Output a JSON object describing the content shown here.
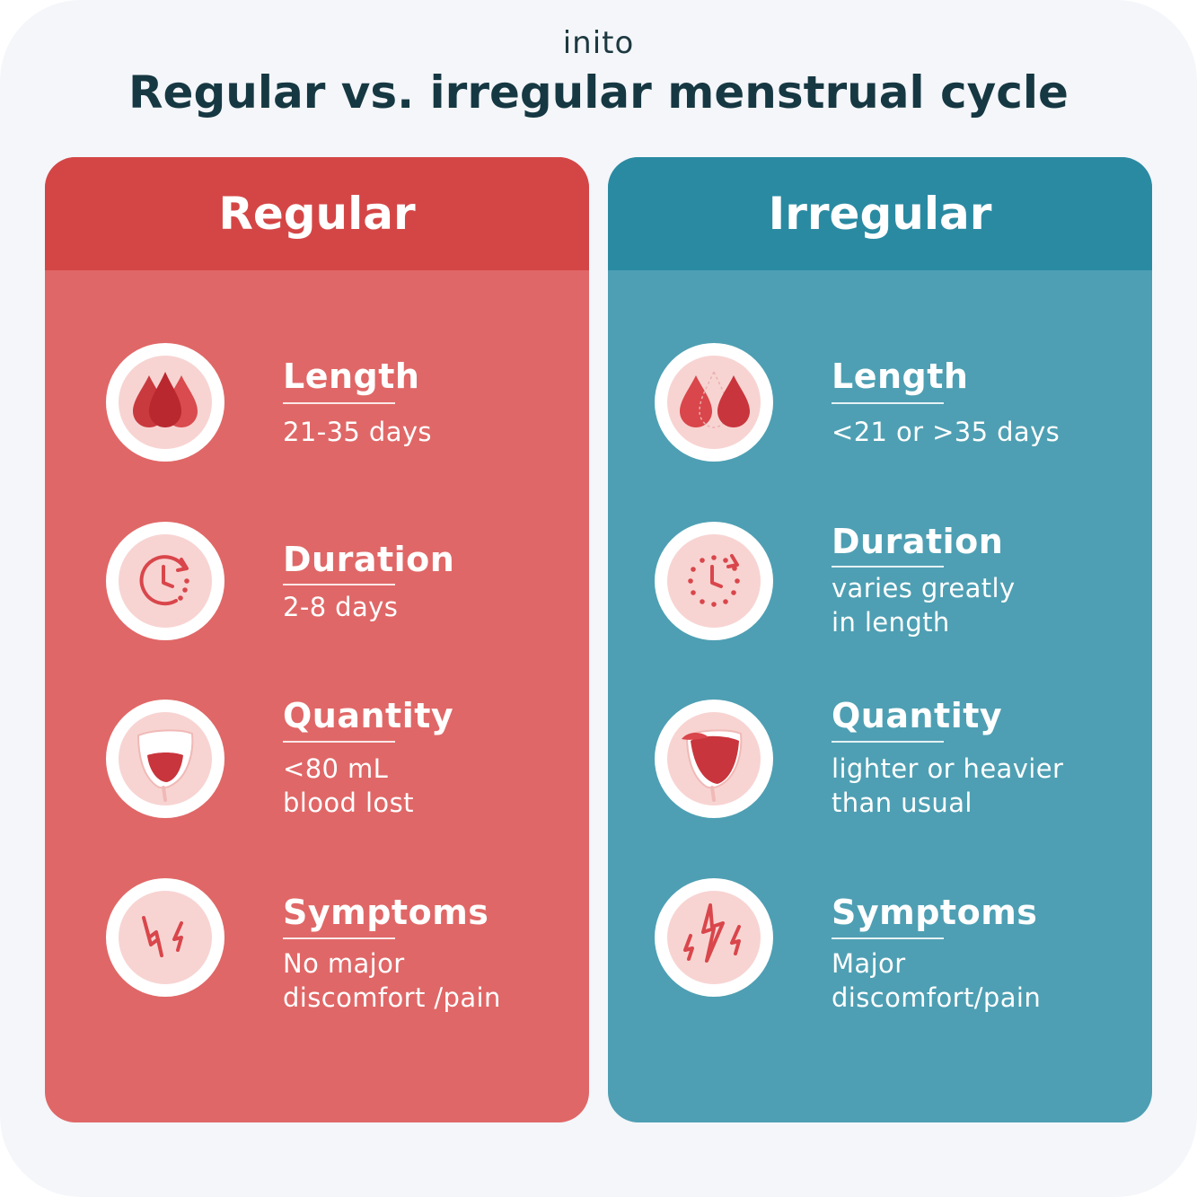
{
  "logo": "inito",
  "title": "Regular vs. irregular menstrual cycle",
  "colors": {
    "regular_header": "#d44646",
    "regular_body": "#e06767",
    "irregular_header": "#2a8aa2",
    "irregular_body": "#4e9fb3",
    "title_text": "#163842"
  },
  "regular": {
    "heading": "Regular",
    "items": [
      {
        "icon": "blood-drops-icon",
        "label": "Length",
        "desc": "21-35 days"
      },
      {
        "icon": "clock-icon",
        "label": "Duration",
        "desc": "2-8 days"
      },
      {
        "icon": "menstrual-cup-icon",
        "label": "Quantity",
        "desc_lines": [
          "<80 mL",
          "blood lost"
        ]
      },
      {
        "icon": "lightning-icon",
        "label": "Symptoms",
        "desc_lines": [
          "No major",
          "discomfort /pain"
        ]
      }
    ]
  },
  "irregular": {
    "heading": "Irregular",
    "items": [
      {
        "icon": "blood-drops-icon",
        "label": "Length",
        "desc": "<21 or >35 days"
      },
      {
        "icon": "clock-icon",
        "label": "Duration",
        "desc_lines": [
          "varies greatly",
          "in length"
        ]
      },
      {
        "icon": "menstrual-cup-icon",
        "label": "Quantity",
        "desc_lines": [
          "lighter or heavier",
          "than usual"
        ]
      },
      {
        "icon": "lightning-icon",
        "label": "Symptoms",
        "desc_lines": [
          "Major",
          "discomfort/pain"
        ]
      }
    ]
  }
}
